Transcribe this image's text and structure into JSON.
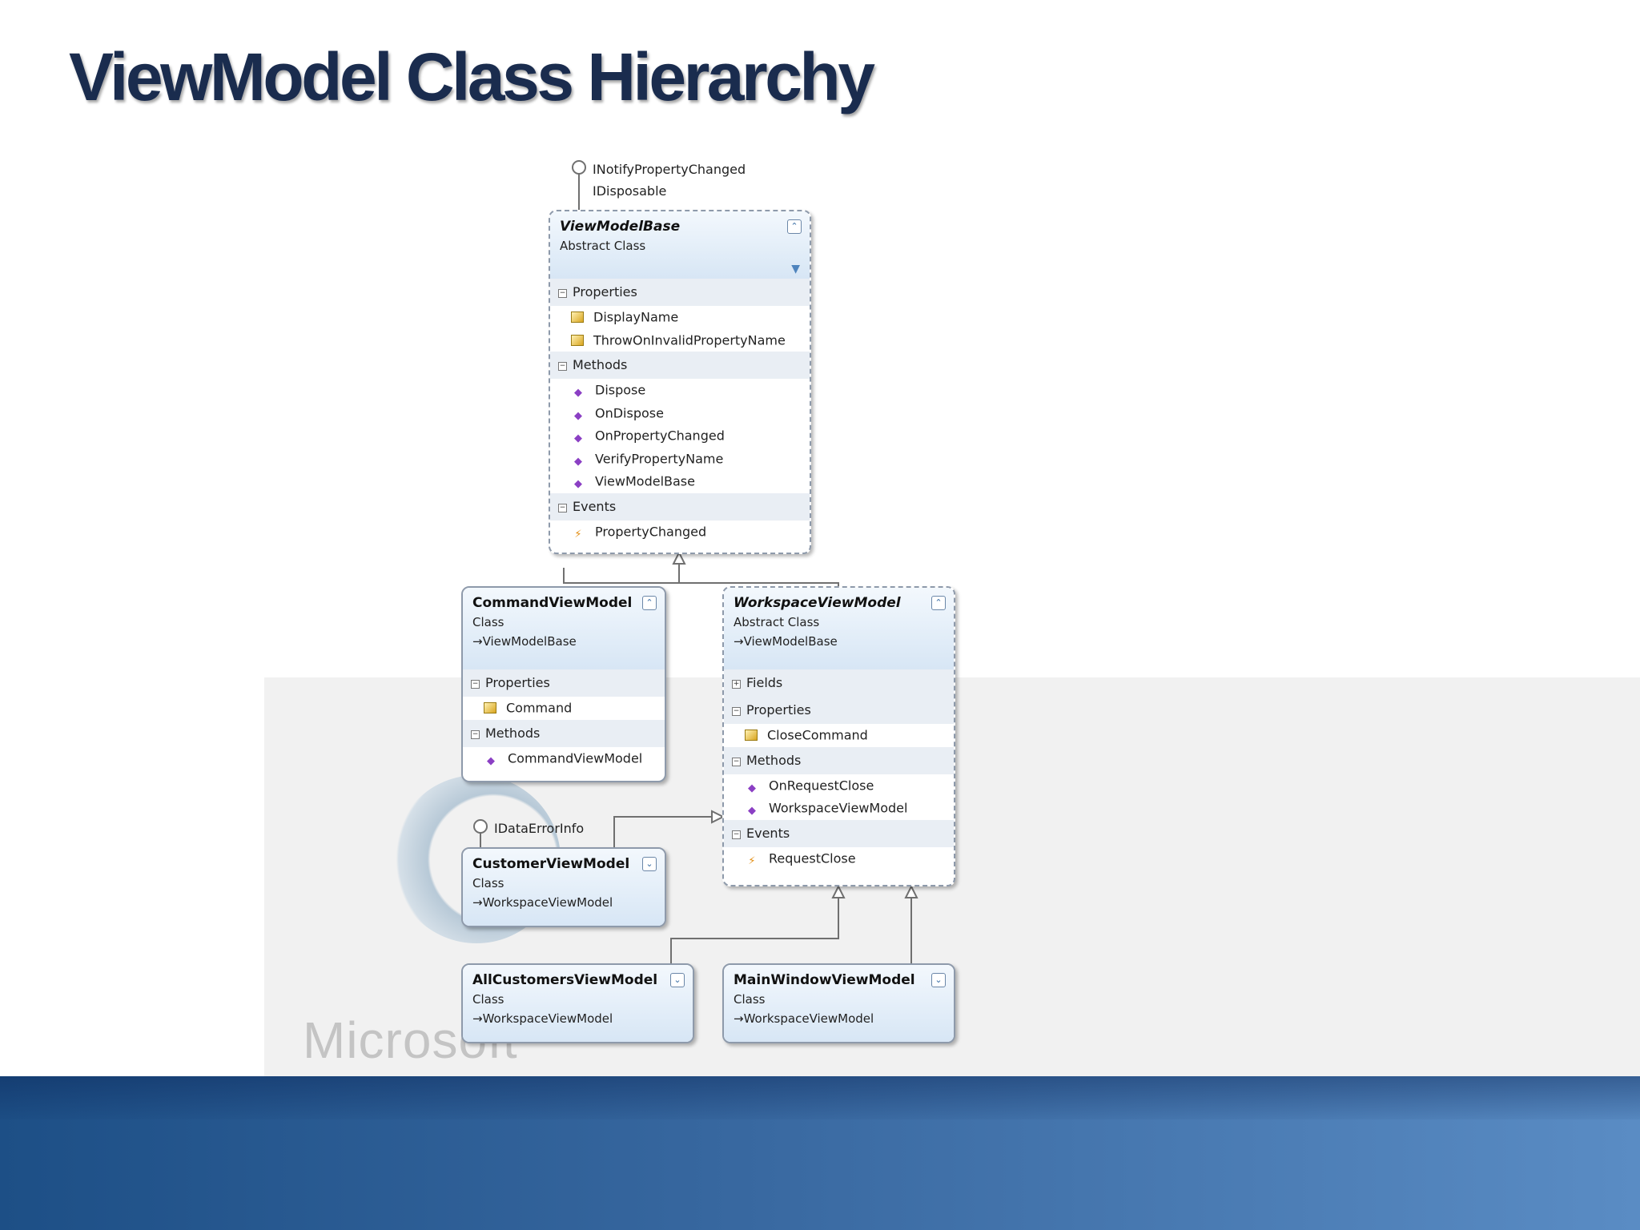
{
  "slide": {
    "title": "ViewModel Class Hierarchy"
  },
  "background": {
    "logo_text": "Microsoft"
  },
  "diagram": {
    "interfaces": {
      "top": [
        "INotifyPropertyChanged",
        "IDisposable"
      ],
      "customer": "IDataErrorInfo"
    },
    "view_model_base": {
      "name": "ViewModelBase",
      "kind": "Abstract Class",
      "sections": {
        "properties": {
          "label": "Properties",
          "items": [
            "DisplayName",
            "ThrowOnInvalidPropertyName"
          ]
        },
        "methods": {
          "label": "Methods",
          "items": [
            "Dispose",
            "OnDispose",
            "OnPropertyChanged",
            "VerifyPropertyName",
            "ViewModelBase"
          ]
        },
        "events": {
          "label": "Events",
          "items": [
            "PropertyChanged"
          ]
        }
      }
    },
    "command_view_model": {
      "name": "CommandViewModel",
      "kind": "Class",
      "base": "ViewModelBase",
      "sections": {
        "properties": {
          "label": "Properties",
          "items": [
            "Command"
          ]
        },
        "methods": {
          "label": "Methods",
          "items": [
            "CommandViewModel"
          ]
        }
      }
    },
    "workspace_view_model": {
      "name": "WorkspaceViewModel",
      "kind": "Abstract Class",
      "base": "ViewModelBase",
      "sections": {
        "fields": {
          "label": "Fields"
        },
        "properties": {
          "label": "Properties",
          "items": [
            "CloseCommand"
          ]
        },
        "methods": {
          "label": "Methods",
          "items": [
            "OnRequestClose",
            "WorkspaceViewModel"
          ]
        },
        "events": {
          "label": "Events",
          "items": [
            "RequestClose"
          ]
        }
      }
    },
    "customer_view_model": {
      "name": "CustomerViewModel",
      "kind": "Class",
      "base": "WorkspaceViewModel"
    },
    "all_customers_view_model": {
      "name": "AllCustomersViewModel",
      "kind": "Class",
      "base": "WorkspaceViewModel"
    },
    "main_window_view_model": {
      "name": "MainWindowViewModel",
      "kind": "Class",
      "base": "WorkspaceViewModel"
    }
  }
}
